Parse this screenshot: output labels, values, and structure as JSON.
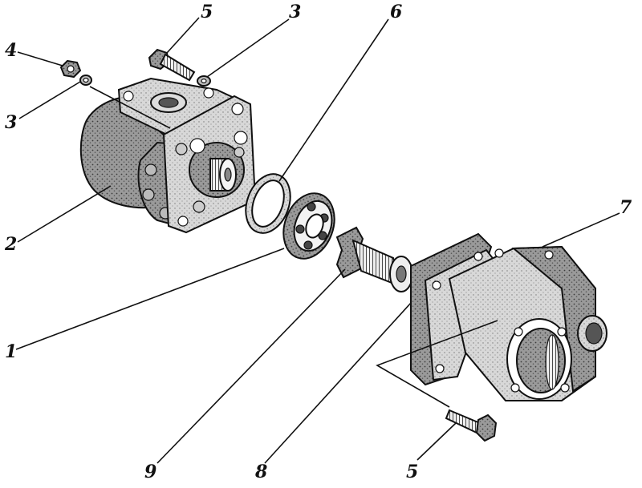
{
  "callouts": {
    "c1": "1",
    "c2": "2",
    "c3a": "3",
    "c3b": "3",
    "c4": "4",
    "c5a": "5",
    "c5b": "5",
    "c6": "6",
    "c7": "7",
    "c8": "8",
    "c9": "9"
  },
  "colors": {
    "ink": "#111111",
    "paper": "#ffffff",
    "shade": "#6a6a6a"
  }
}
